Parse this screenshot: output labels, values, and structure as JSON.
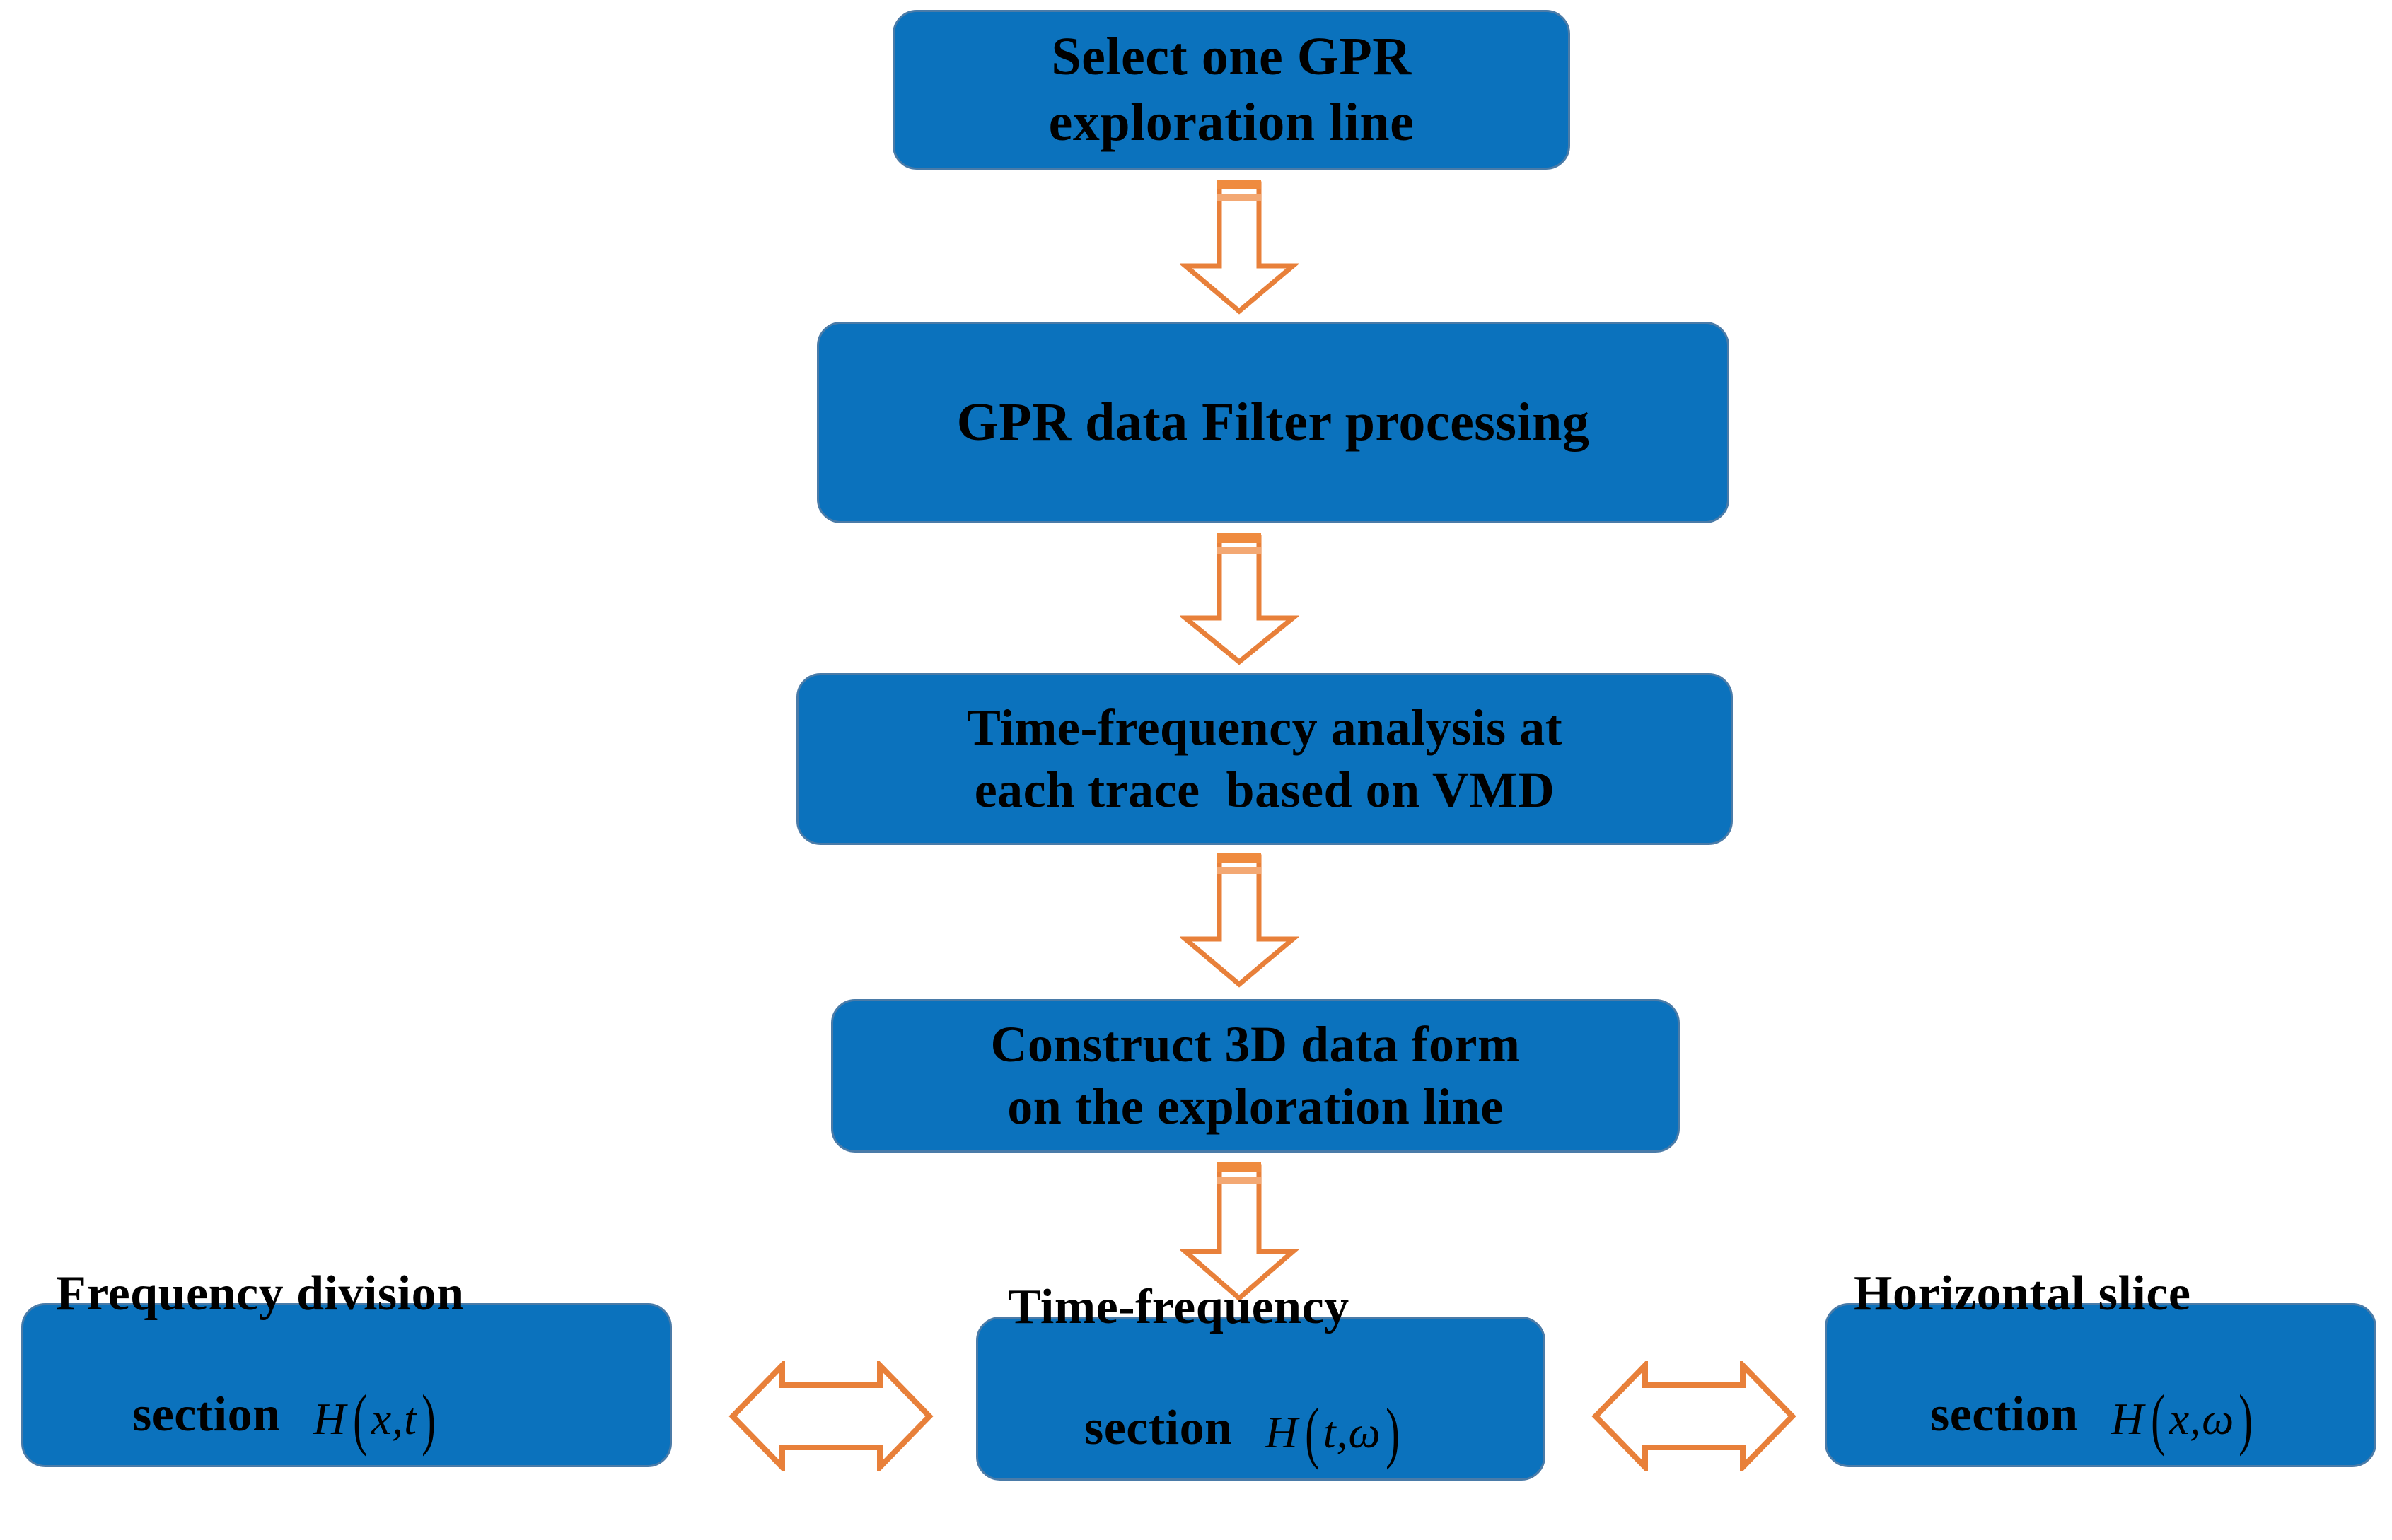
{
  "diagram": {
    "title": "GPR time-frequency analysis workflow",
    "colors": {
      "box_fill": "#0b72bd",
      "box_border": "#4a7ba8",
      "arrow_stroke": "#e8803a",
      "arrow_cap": "#f2994a",
      "text": "#000000",
      "background": "#ffffff"
    },
    "nodes": [
      {
        "id": "select-line",
        "lines": [
          "Select one GPR",
          "exploration line"
        ],
        "formula": null
      },
      {
        "id": "filter-processing",
        "lines": [
          "GPR data Filter processing"
        ],
        "formula": null
      },
      {
        "id": "time-frequency-analysis",
        "lines": [
          "Time-frequency analysis at",
          "each trace  based on VMD"
        ],
        "formula": null
      },
      {
        "id": "construct-3d",
        "lines": [
          "Construct 3D data form",
          "on the exploration line"
        ],
        "formula": null
      },
      {
        "id": "frequency-division-section",
        "lines": [
          "Frequency division",
          "section"
        ],
        "formula": {
          "func": "H",
          "open": "(",
          "args": "x,t",
          "close": ")"
        }
      },
      {
        "id": "time-frequency-section",
        "lines": [
          "Time-frequency",
          "section"
        ],
        "formula": {
          "func": "H",
          "open": "(",
          "args": "t,ω",
          "close": ")"
        }
      },
      {
        "id": "horizontal-slice-section",
        "lines": [
          "Horizontal slice",
          "section"
        ],
        "formula": {
          "func": "H",
          "open": "(",
          "args": "x,ω",
          "close": ")"
        }
      }
    ],
    "connectors": [
      {
        "id": "arrow-1",
        "from": "select-line",
        "to": "filter-processing",
        "direction": "down"
      },
      {
        "id": "arrow-2",
        "from": "filter-processing",
        "to": "time-frequency-analysis",
        "direction": "down"
      },
      {
        "id": "arrow-3",
        "from": "time-frequency-analysis",
        "to": "construct-3d",
        "direction": "down"
      },
      {
        "id": "arrow-4",
        "from": "construct-3d",
        "to": "time-frequency-section",
        "direction": "down"
      },
      {
        "id": "arrow-left",
        "from": "time-frequency-section",
        "to": "frequency-division-section",
        "direction": "both"
      },
      {
        "id": "arrow-right",
        "from": "time-frequency-section",
        "to": "horizontal-slice-section",
        "direction": "both"
      }
    ]
  }
}
